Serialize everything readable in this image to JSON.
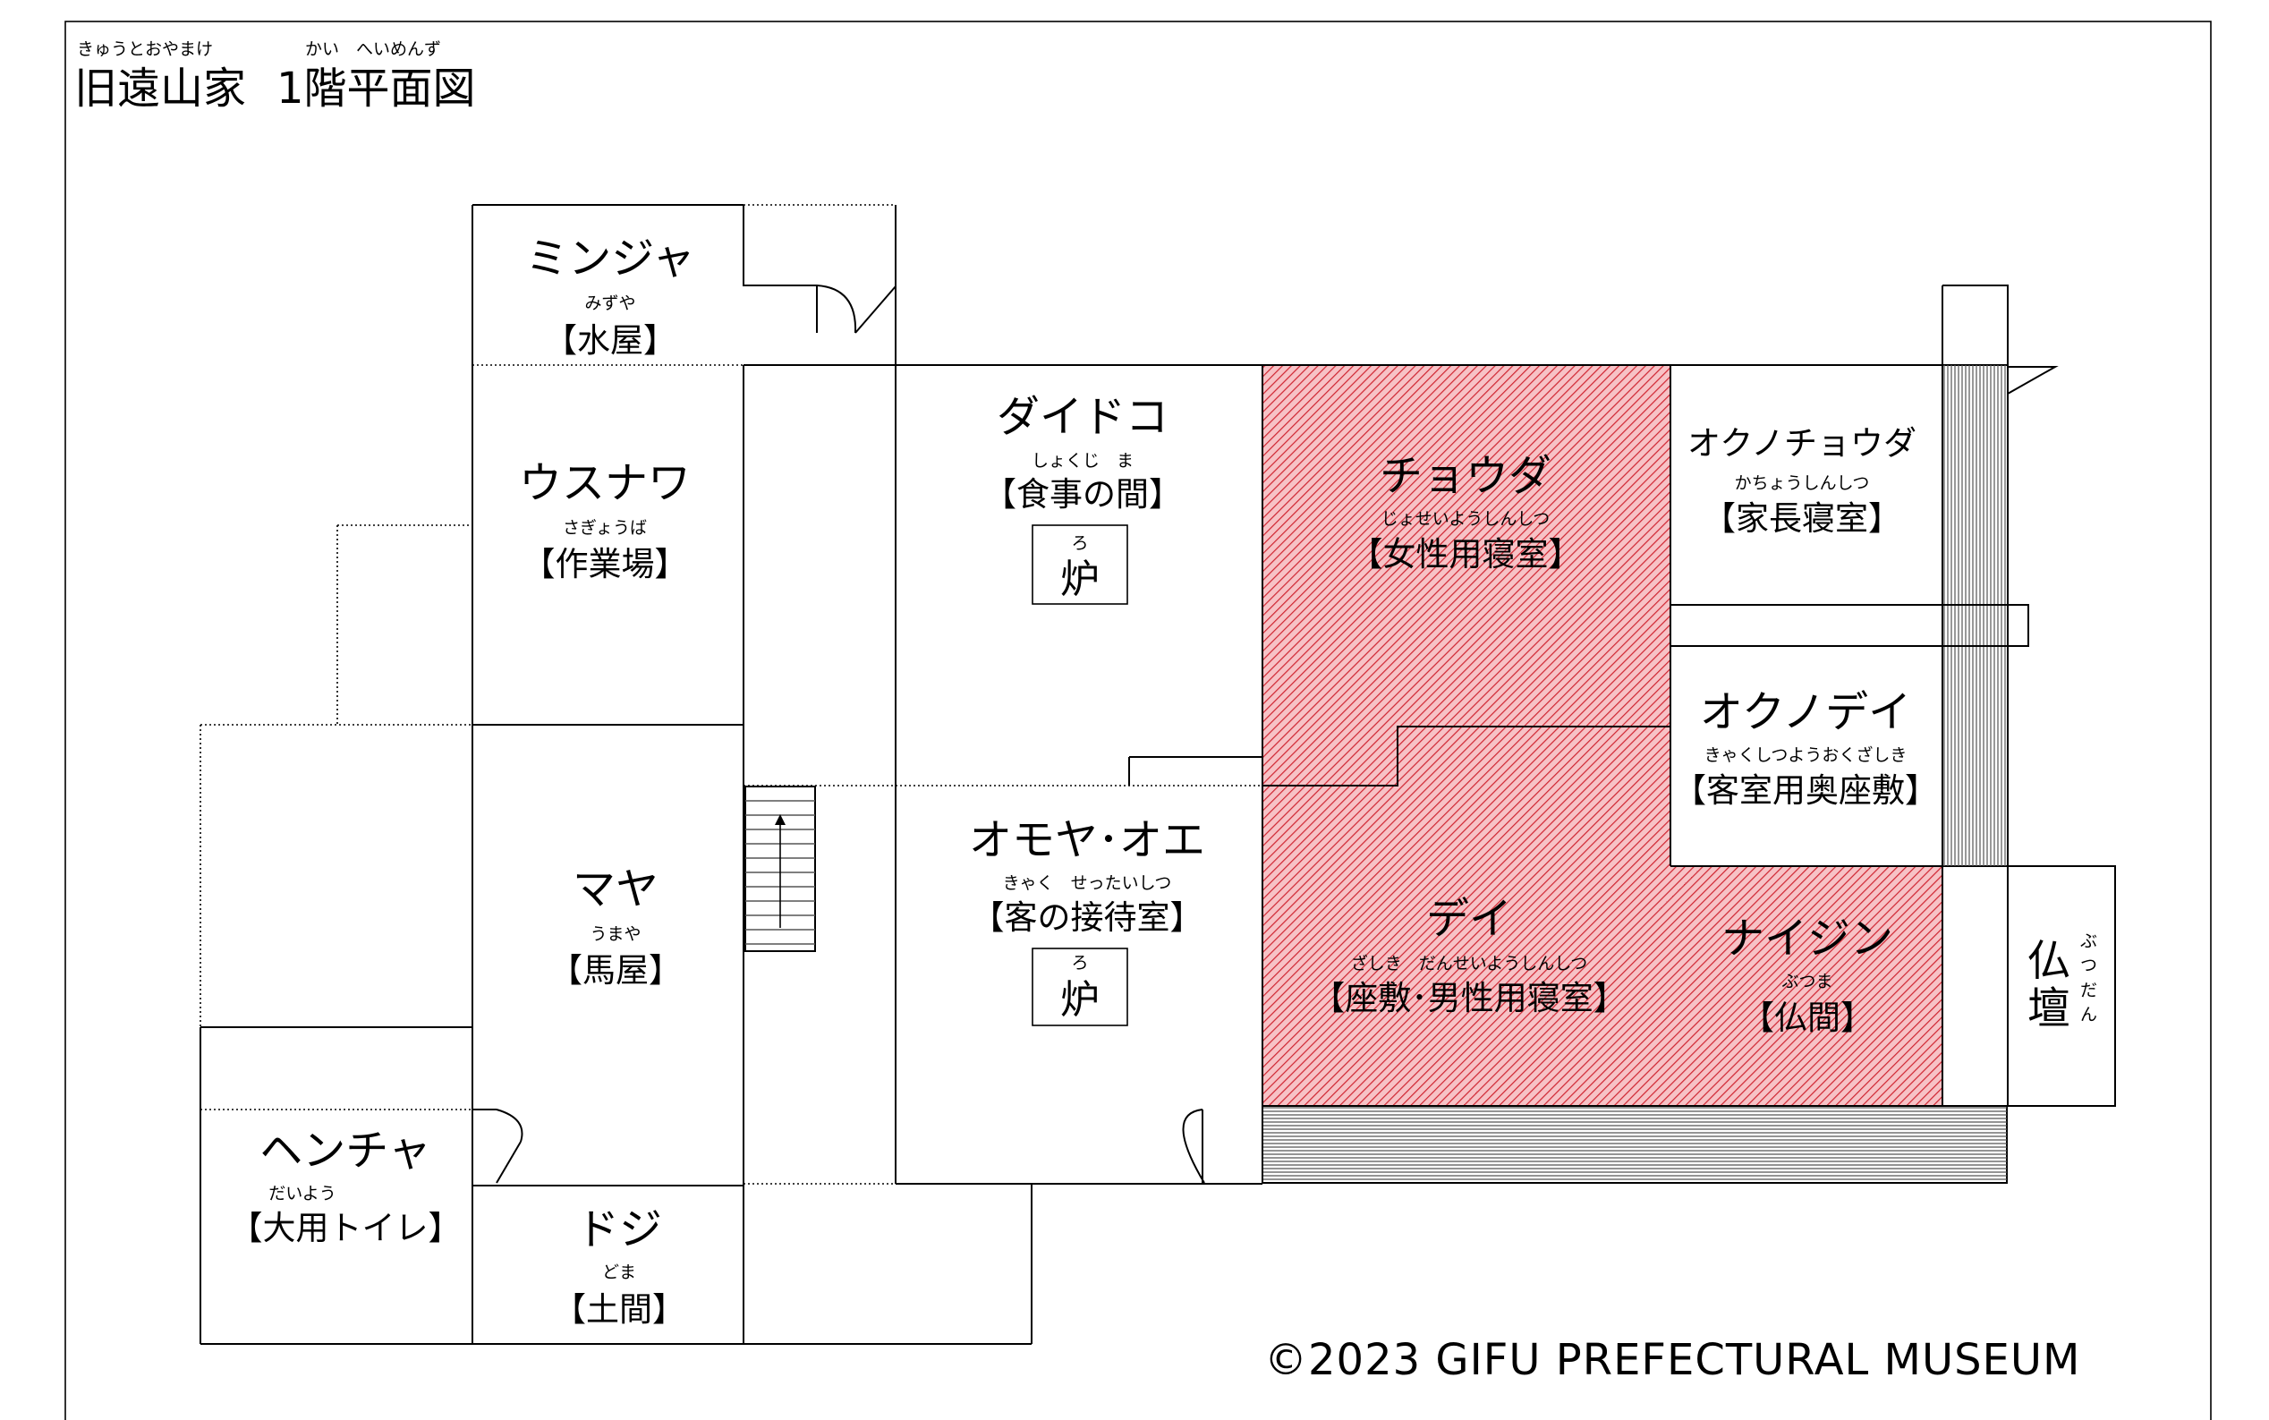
{
  "title": {
    "ruby_name": "きゅうとおやまけ",
    "ruby_floor": "かい　へいめんず",
    "name": "旧遠山家",
    "floor": "1階平面図"
  },
  "copyright": "©2023  GIFU PREFECTURAL MUSEUM",
  "colors": {
    "highlight_fill": "#f7c2c6",
    "highlight_hatch": "#cf2430",
    "stairs": "#555555",
    "line": "#000000"
  },
  "rooms": {
    "minja": {
      "name": "ミンジャ",
      "ruby": "みずや",
      "role": "【水屋】"
    },
    "usunawa": {
      "name": "ウスナワ",
      "ruby": "さぎょうば",
      "role": "【作業場】"
    },
    "maya": {
      "name": "マヤ",
      "ruby": "うまや",
      "role": "【馬屋】"
    },
    "hencha": {
      "name": "ヘンチャ",
      "ruby": "だいよう",
      "role": "【大用トイレ】"
    },
    "doji": {
      "name": "ドジ",
      "ruby": "どま",
      "role": "【土間】"
    },
    "daidoko": {
      "name": "ダイドコ",
      "ruby": "しょくじ　ま",
      "role": "【食事の間】",
      "hearth_ruby": "ろ",
      "hearth": "炉"
    },
    "omoya": {
      "name": "オモヤ･オエ",
      "ruby": "きゃく　せったいしつ",
      "role": "【客の接待室】",
      "hearth_ruby": "ろ",
      "hearth": "炉"
    },
    "chouda": {
      "name": "チョウダ",
      "ruby": "じょせいようしんしつ",
      "role": "【女性用寝室】"
    },
    "dei": {
      "name": "デイ",
      "ruby": "ざしき　だんせいようしんしつ",
      "role": "【座敷･男性用寝室】"
    },
    "okuno_chouda": {
      "name": "オクノチョウダ",
      "ruby": "かちょうしんしつ",
      "role": "【家長寝室】"
    },
    "okuno_dei": {
      "name": "オクノデイ",
      "ruby": "きゃくしつようおくざしき",
      "role": "【客室用奥座敷】"
    },
    "naijin": {
      "name": "ナイジン",
      "ruby": "ぶつま",
      "role": "【仏間】"
    },
    "butsudan": {
      "char1": "仏",
      "char2": "壇",
      "ruby1": "ぶ",
      "ruby2": "つ",
      "ruby3": "だ",
      "ruby4": "ん"
    }
  }
}
